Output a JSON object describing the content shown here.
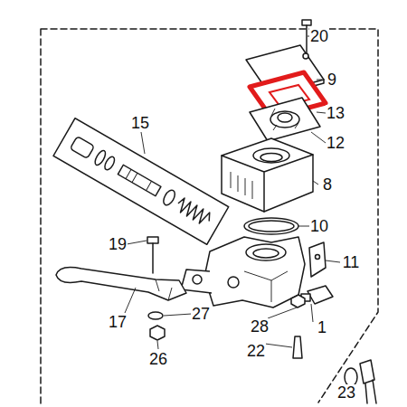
{
  "diagram": {
    "labels": [
      "20",
      "9",
      "13",
      "12",
      "15",
      "8",
      "10",
      "11",
      "19",
      "17",
      "27",
      "1",
      "28",
      "26",
      "22",
      "23"
    ]
  }
}
